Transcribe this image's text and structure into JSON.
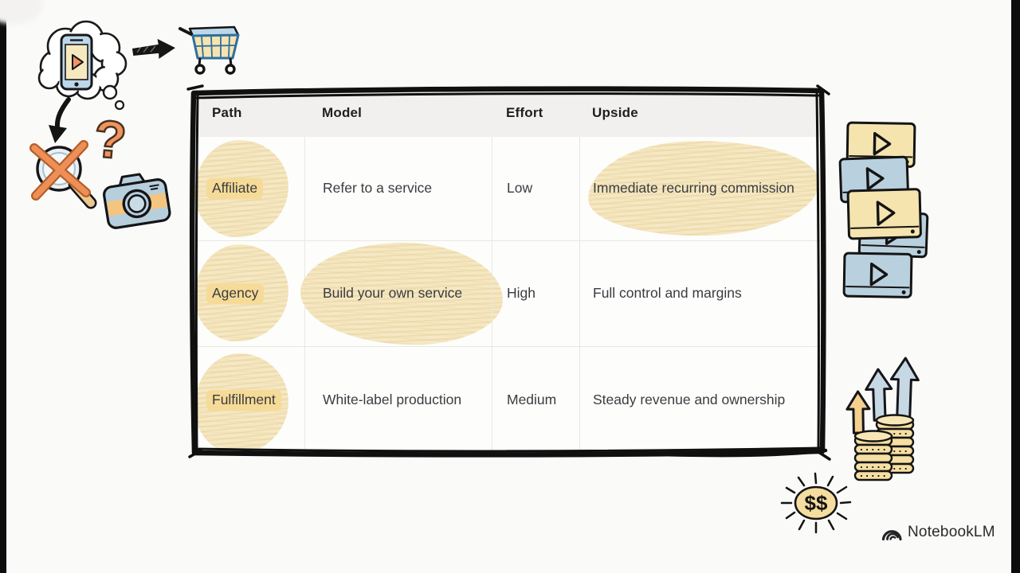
{
  "table": {
    "headers": [
      "Path",
      "Model",
      "Effort",
      "Upside"
    ],
    "rows": [
      {
        "path": "Affiliate",
        "model": "Refer to a service",
        "effort": "Low",
        "upside": "Immediate recurring commission"
      },
      {
        "path": "Agency",
        "model": "Build your own service",
        "effort": "High",
        "upside": "Full control and margins"
      },
      {
        "path": "Fulfillment",
        "model": "White-label production",
        "effort": "Medium",
        "upside": "Steady revenue and ownership"
      }
    ]
  },
  "doodles": {
    "question_mark": "?",
    "dollar_text": "$$",
    "icons": [
      "thought-cloud-icon",
      "smartphone-play-icon",
      "arrow-right-icon",
      "shopping-cart-icon",
      "arrow-down-icon",
      "question-mark-icon",
      "magnifier-crossed-icon",
      "camera-icon",
      "video-stack-icon",
      "growth-arrows-icon",
      "coin-stacks-icon",
      "dollar-burst-icon",
      "notebooklm-logo-icon"
    ]
  },
  "branding": {
    "logo_label": "NotebookLM"
  },
  "colors": {
    "scribble_yellow": "#f5e7c2",
    "highlight_yellow": "#f6db98",
    "doodle_orange": "#f0945f",
    "doodle_blue": "#bcd7e8",
    "doodle_blue_gray": "#b7cfdc",
    "cream": "#f5e4ae",
    "ink": "#141414",
    "header_bg": "#f1f0ee",
    "table_bg": "#fdfdfc",
    "page_bg": "#fafaf8",
    "letterbox": "#0d0d0d"
  }
}
